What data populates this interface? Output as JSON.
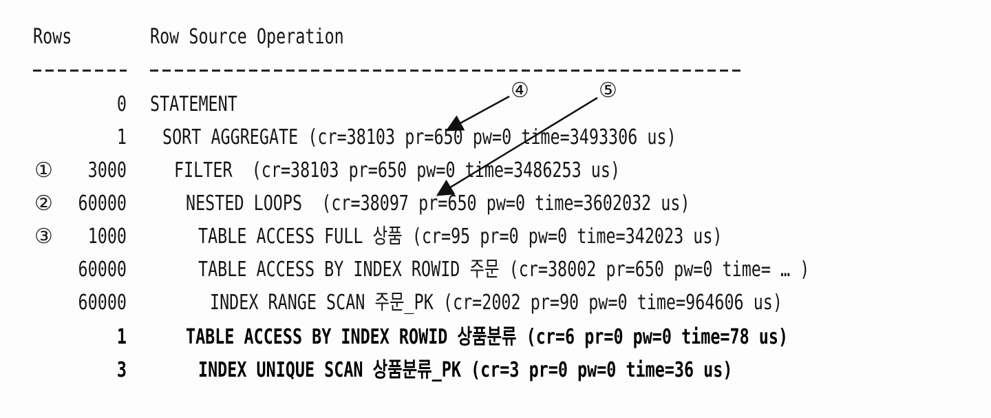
{
  "header": {
    "rows_label": "Rows",
    "operation_label": "Row Source Operation"
  },
  "rows": [
    {
      "marker": "",
      "count": "0",
      "operation": "STATEMENT",
      "bold": false
    },
    {
      "marker": "",
      "count": "1",
      "operation": "SORT AGGREGATE (cr=38103 pr=650 pw=0 time=3493306 us)",
      "bold": false
    },
    {
      "marker": "①",
      "count": "3000",
      "operation": "FILTER  (cr=38103 pr=650 pw=0 time=3486253 us)",
      "bold": false
    },
    {
      "marker": "②",
      "count": "60000",
      "operation": "NESTED LOOPS  (cr=38097 pr=650 pw=0 time=3602032 us)",
      "bold": false
    },
    {
      "marker": "③",
      "count": "1000",
      "operation": "TABLE ACCESS FULL 상품 (cr=95 pr=0 pw=0 time=342023 us)",
      "bold": false
    },
    {
      "marker": "",
      "count": "60000",
      "operation": "TABLE ACCESS BY INDEX ROWID 주문 (cr=38002 pr=650 pw=0 time= … )",
      "bold": false
    },
    {
      "marker": "",
      "count": "60000",
      "operation": "INDEX RANGE SCAN 주문_PK (cr=2002 pr=90 pw=0 time=964606 us)",
      "bold": false
    },
    {
      "marker": "",
      "count": "1",
      "operation": "TABLE ACCESS BY INDEX ROWID 상품분류 (cr=6 pr=0 pw=0 time=78 us)",
      "bold": true
    },
    {
      "marker": "",
      "count": "3",
      "operation": "INDEX UNIQUE SCAN 상품분류_PK (cr=3 pr=0 pw=0 time=36 us)",
      "bold": true
    }
  ],
  "annotations": [
    {
      "label": "④"
    },
    {
      "label": "⑤"
    }
  ]
}
